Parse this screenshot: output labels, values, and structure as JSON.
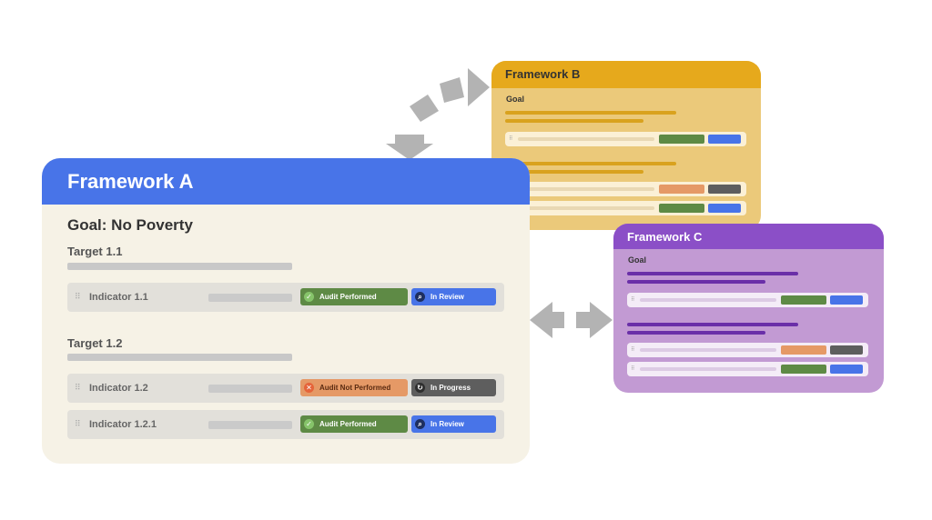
{
  "framework_a": {
    "title": "Framework A",
    "goal": "Goal: No Poverty",
    "targets": [
      {
        "label": "Target 1.1",
        "indicators": [
          {
            "label": "Indicator 1.1",
            "status": "Audit Performed",
            "review": "In Review"
          }
        ]
      },
      {
        "label": "Target 1.2",
        "indicators": [
          {
            "label": "Indicator 1.2",
            "status": "Audit Not Performed",
            "review": "In Progress"
          },
          {
            "label": "Indicator 1.2.1",
            "status": "Audit Performed",
            "review": "In Review"
          }
        ]
      }
    ]
  },
  "framework_b": {
    "title": "Framework B",
    "goal": "Goal"
  },
  "framework_c": {
    "title": "Framework C",
    "goal": "Goal"
  },
  "colors": {
    "blue": "#4874E8",
    "green": "#5E8A45",
    "orange": "#E59966",
    "gray": "#5E5E5E",
    "yellow_header": "#E6A91C",
    "yellow_body": "#EBC97A",
    "purple_header": "#8B4FC7",
    "purple_body": "#C29AD3",
    "panel_a_body": "#F6F2E6",
    "arrow": "#B3B3B3"
  },
  "icons": {
    "audit_performed": "check-circle-icon",
    "audit_not_performed": "x-circle-icon",
    "in_review": "magnifier-icon",
    "in_progress": "refresh-icon",
    "drag": "drag-handle-icon"
  }
}
